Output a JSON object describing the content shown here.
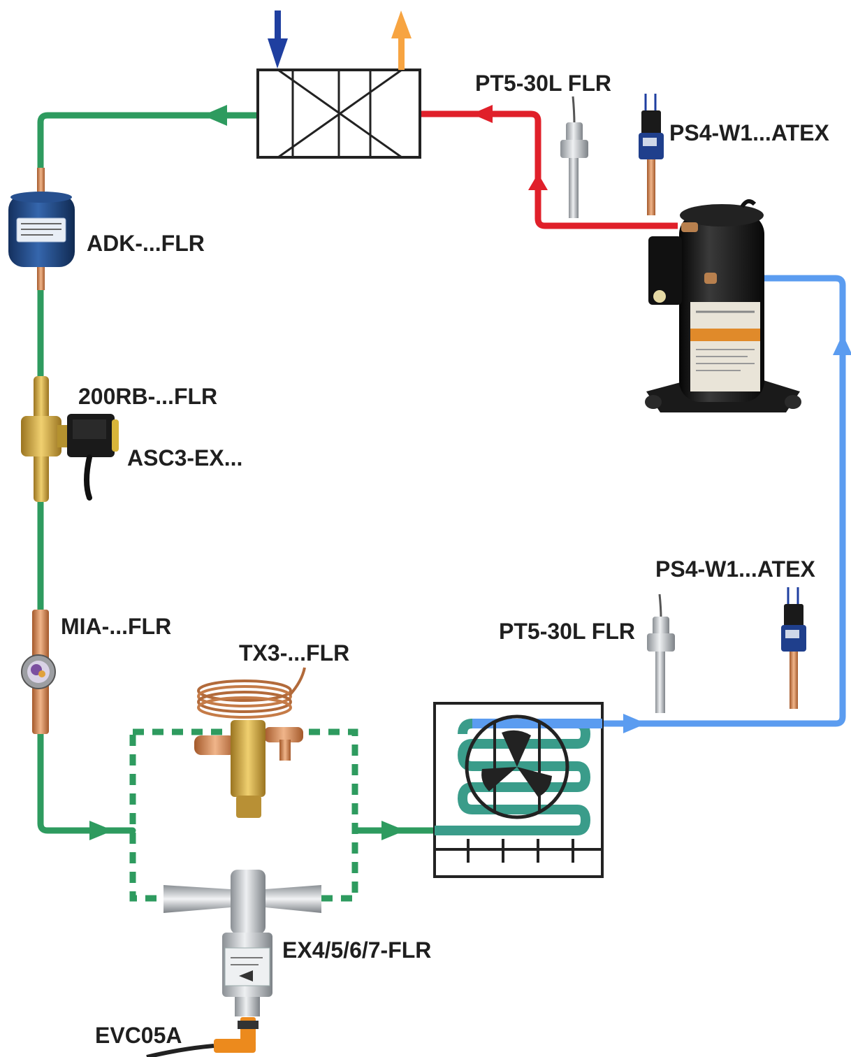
{
  "colors": {
    "liquid_line": "#2e9b5f",
    "discharge_line": "#e0202a",
    "suction_line": "#5b9cf0",
    "water_in": "#1f3fa0",
    "water_out": "#f7a441",
    "outline": "#222222",
    "filter_body": "#1c3f7a",
    "copper": "#c07a45",
    "brass": "#c9a03a",
    "steel": "#b8bcc0",
    "compressor": "#151515",
    "connector": "#ec8a1d"
  },
  "labels": {
    "pt5_top": "PT5-30L FLR",
    "ps4_top": "PS4-W1...ATEX",
    "adk": "ADK-...FLR",
    "rb200": "200RB-...FLR",
    "asc3": "ASC3-EX...",
    "ps4_bottom": "PS4-W1...ATEX",
    "pt5_bottom": "PT5-30L FLR",
    "mia": "MIA-...FLR",
    "tx3": "TX3-...FLR",
    "ex": "EX4/5/6/7-FLR",
    "evc": "EVC05A"
  },
  "icons": {
    "condenser": "heat-exchanger-icon",
    "evaporator": "evaporator-fan-icon",
    "compressor": "scroll-compressor-icon",
    "filter": "filter-drier-icon",
    "solenoid": "solenoid-valve-icon",
    "sight_glass": "sight-glass-icon",
    "txv": "thermostatic-expansion-valve-icon",
    "eev": "electronic-expansion-valve-icon",
    "transmitter": "pressure-transmitter-icon",
    "switch": "pressure-switch-icon",
    "cable": "cable-connector-icon"
  }
}
